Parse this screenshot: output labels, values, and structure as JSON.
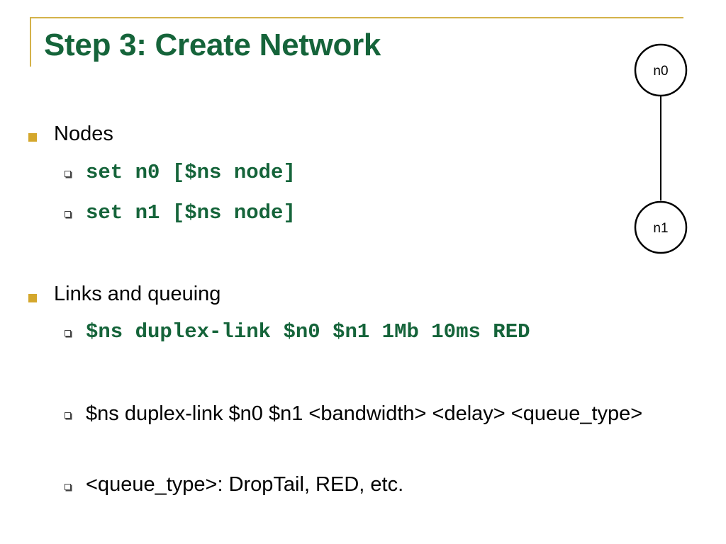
{
  "slide": {
    "title": "Step 3: Create Network",
    "sections": [
      {
        "heading": "Nodes",
        "items": [
          "set n0 [$ns node]",
          "set n1 [$ns node]"
        ]
      },
      {
        "heading": "Links and queuing",
        "items": [
          "$ns duplex-link $n0 $n1 1Mb 10ms RED",
          "$ns duplex-link $n0 $n1 <bandwidth> <delay> <queue_type>",
          "<queue_type>: DropTail, RED, etc."
        ]
      }
    ]
  },
  "diagram": {
    "nodes": [
      "n0",
      "n1"
    ]
  },
  "colors": {
    "title": "#15643a",
    "code": "#15643a",
    "accent": "#d4b24a",
    "bullet": "#d4a72c"
  }
}
